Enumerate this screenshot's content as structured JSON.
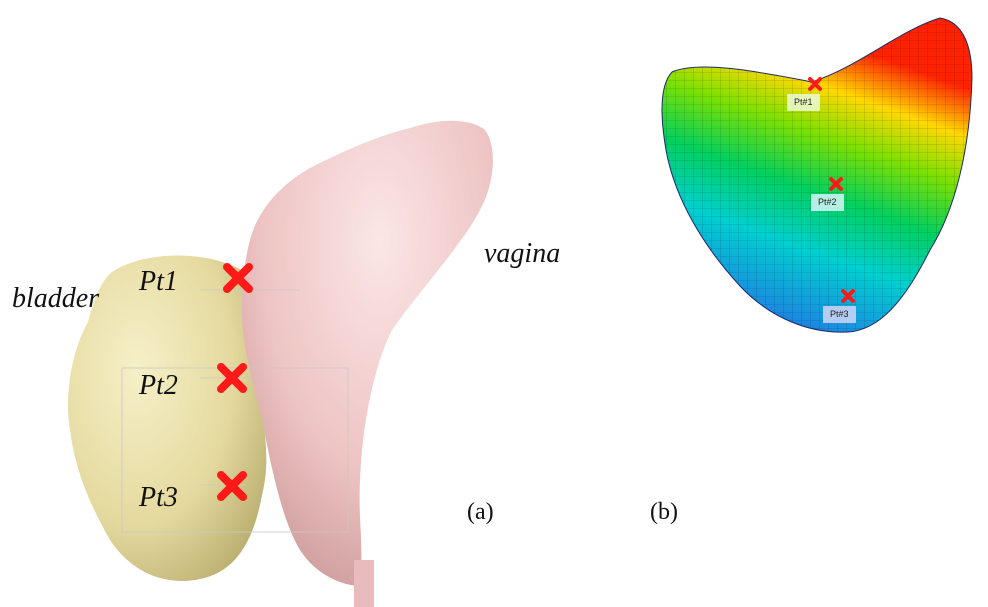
{
  "left_panel": {
    "organ_labels": {
      "bladder": "bladder",
      "vagina": "vagina"
    },
    "point_labels": [
      "Pt1",
      "Pt2",
      "Pt3"
    ],
    "colors": {
      "bladder": "#e9e0a8",
      "vagina": "#efc9c9",
      "marker": "#ff1a1a"
    }
  },
  "right_panel": {
    "point_tags": [
      "Pt#1",
      "Pt#2",
      "Pt#3"
    ],
    "colormap": [
      "#ff2200",
      "#ffd800",
      "#7ee000",
      "#00d060",
      "#00d0d0",
      "#1a8de0",
      "#1f3fd0"
    ]
  },
  "panel_labels": {
    "a": "(a)",
    "b": "(b)"
  }
}
